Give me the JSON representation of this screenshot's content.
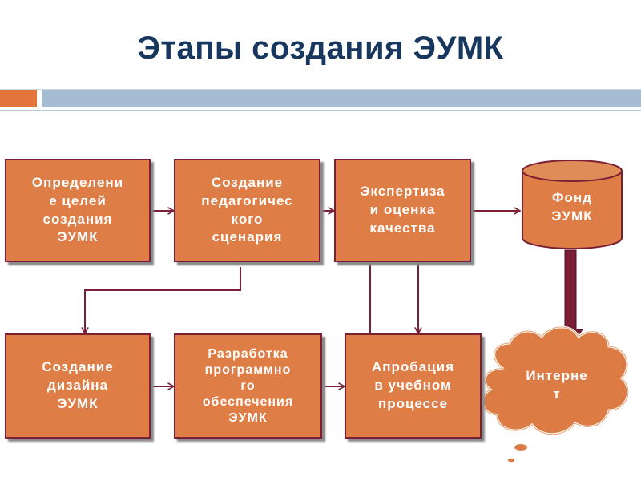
{
  "title": "Этапы создания ЭУМК",
  "boxes": {
    "goals": "Определени\nе целей\nсоздания\nЭУМК",
    "scenario": "Создание\nпедагогичес\nкого\nсценария",
    "expertise": "Экспертиза\nи оценка\nкачества",
    "design": "Создание\nдизайна\nЭУМК",
    "software": "Разработка\nпрограммно\nго\nобеспечения\nЭУМК",
    "testing": "Апробация\nв учебном\nпроцессе"
  },
  "fund": "Фонд\nЭУМК",
  "internet": "Интерне\nт",
  "colors": {
    "box_fill": "#de7e46",
    "box_border": "#7a1f35",
    "title": "#17375e",
    "connector": "#7a1f35",
    "cloud_fill": "#dc7c44",
    "arrow_fill": "#7a1f35"
  }
}
